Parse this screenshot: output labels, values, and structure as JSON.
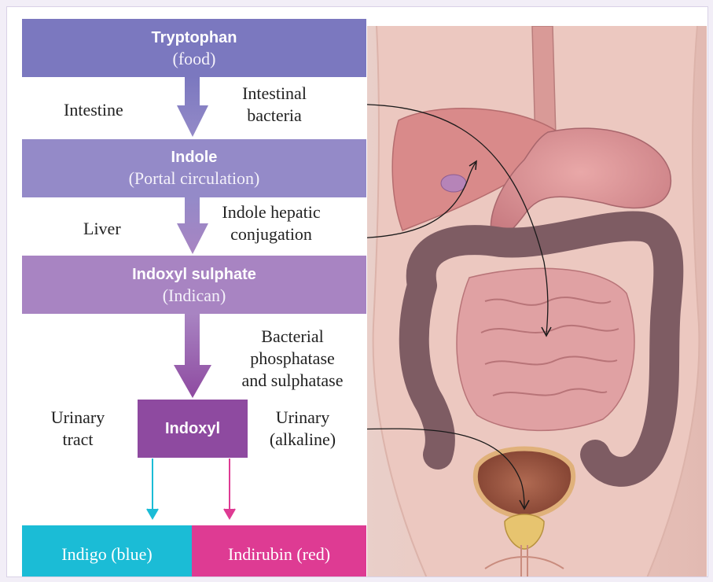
{
  "steps": {
    "tryptophan": {
      "title": "Tryptophan",
      "subtitle": "(food)"
    },
    "indole": {
      "title": "Indole",
      "subtitle": "(Portal circulation)"
    },
    "indoxyl_sulphate": {
      "title": "Indoxyl sulphate",
      "subtitle": "(Indican)"
    },
    "indoxyl": {
      "title": "Indoxyl"
    }
  },
  "side_labels": {
    "intestine": "Intestine",
    "intestinal_bacteria_1": "Intestinal",
    "intestinal_bacteria_2": "bacteria",
    "liver": "Liver",
    "indole_hepatic_1": "Indole hepatic",
    "indole_hepatic_2": "conjugation",
    "bacterial_1": "Bacterial",
    "bacterial_2": "phosphatase",
    "bacterial_3": "and sulphatase",
    "urinary_tract_1": "Urinary",
    "urinary_tract_2": "tract",
    "urinary_alkaline_1": "Urinary",
    "urinary_alkaline_2": "(alkaline)"
  },
  "results": {
    "indigo": "Indigo (blue)",
    "indirubin": "Indirubin (red)"
  },
  "colors": {
    "tryptophan": "#7b78bf",
    "indole": "#948ac8",
    "indoxyl_sulphate": "#a884c2",
    "indoxyl": "#8e4aa0",
    "indigo": "#1bbcd6",
    "indirubin": "#de3b93",
    "skin": "#e7c2ba"
  }
}
